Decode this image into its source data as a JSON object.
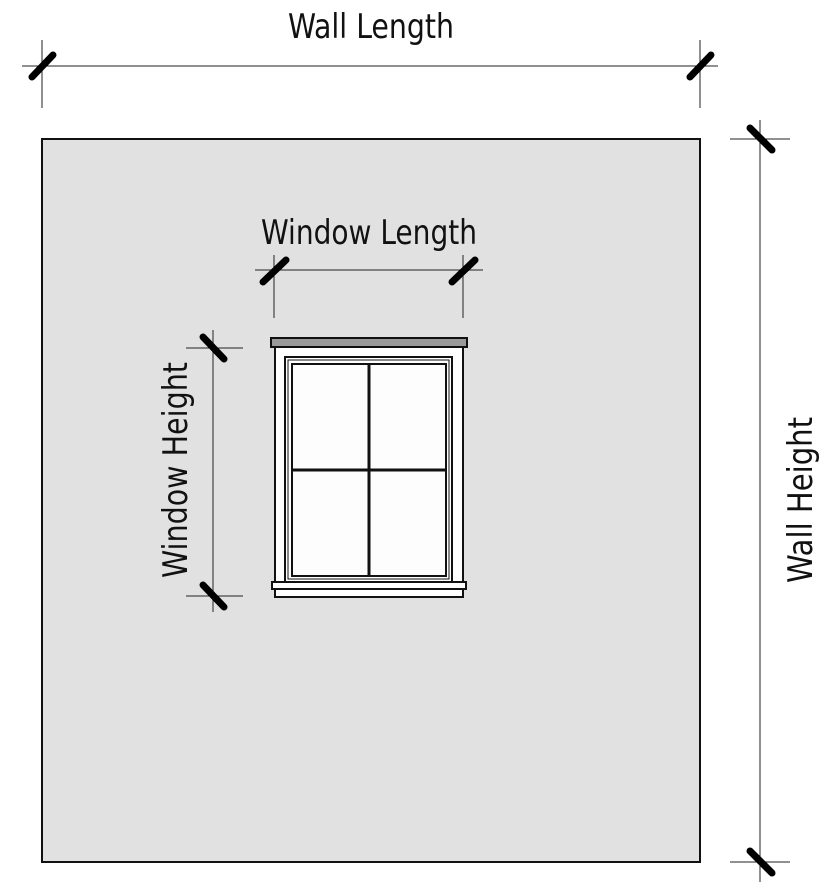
{
  "labels": {
    "wall_length": "Wall Length",
    "wall_height": "Wall Height",
    "window_length": "Window Length",
    "window_height": "Window Height"
  },
  "colors": {
    "wall_fill": "#e1e1e1",
    "window_head": "#9a9a9a",
    "outline": "#111111"
  }
}
